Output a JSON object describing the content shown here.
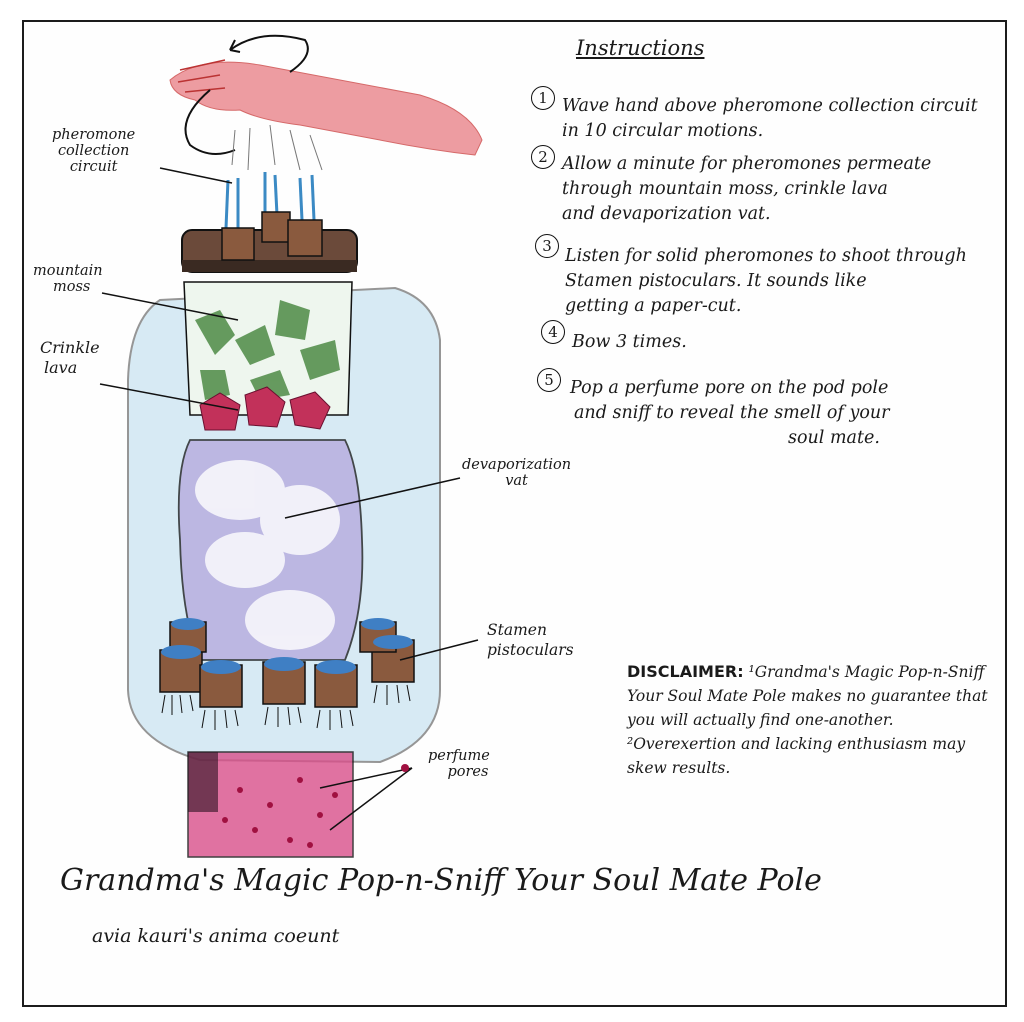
{
  "instructions": {
    "title": "Instructions",
    "steps": [
      {
        "num": "1",
        "text": [
          "Wave hand above pheromone collection circuit",
          "in 10 circular motions."
        ]
      },
      {
        "num": "2",
        "text": [
          "Allow a minute for pheromones permeate",
          "through mountain moss, crinkle lava",
          "and devaporization vat."
        ]
      },
      {
        "num": "3",
        "text": [
          "Listen for solid pheromones to shoot through",
          "Stamen pistoculars. It sounds like",
          "getting a paper-cut."
        ]
      },
      {
        "num": "4",
        "text": [
          "Bow 3 times."
        ]
      },
      {
        "num": "5",
        "text": [
          "Pop a perfume pore on the pod pole",
          "and sniff to reveal the smell of your",
          "soul mate."
        ]
      }
    ]
  },
  "labels": {
    "pheromone": [
      "pheromone",
      "collection",
      "circuit"
    ],
    "moss": [
      "mountain",
      "moss"
    ],
    "crinkle": [
      "Crinkle",
      "lava"
    ],
    "vat": [
      "devaporization",
      "vat"
    ],
    "stamen": [
      "Stamen",
      "pistoculars"
    ],
    "pores": [
      "perfume",
      "pores"
    ]
  },
  "disclaimer": {
    "heading": "DISCLAIMER:",
    "line1": "¹Grandma's Magic Pop-n-Sniff Your Soul Mate Pole makes no guarantee that you will actually find one-another.",
    "line2": "²Overexertion and lacking enthusiasm may skew results."
  },
  "title": "Grandma's Magic Pop-n-Sniff Your Soul Mate Pole",
  "signature": "avia kauri's anima coeunt",
  "colors": {
    "ink": "#1a1a1a",
    "hand": "#e07a80",
    "glass": "#a9d4e8",
    "moss": "#4e8a45",
    "lava": "#c2315a",
    "vat": "#b3a6dc",
    "pod": "#7a4a35",
    "pole": "#d9508a"
  }
}
